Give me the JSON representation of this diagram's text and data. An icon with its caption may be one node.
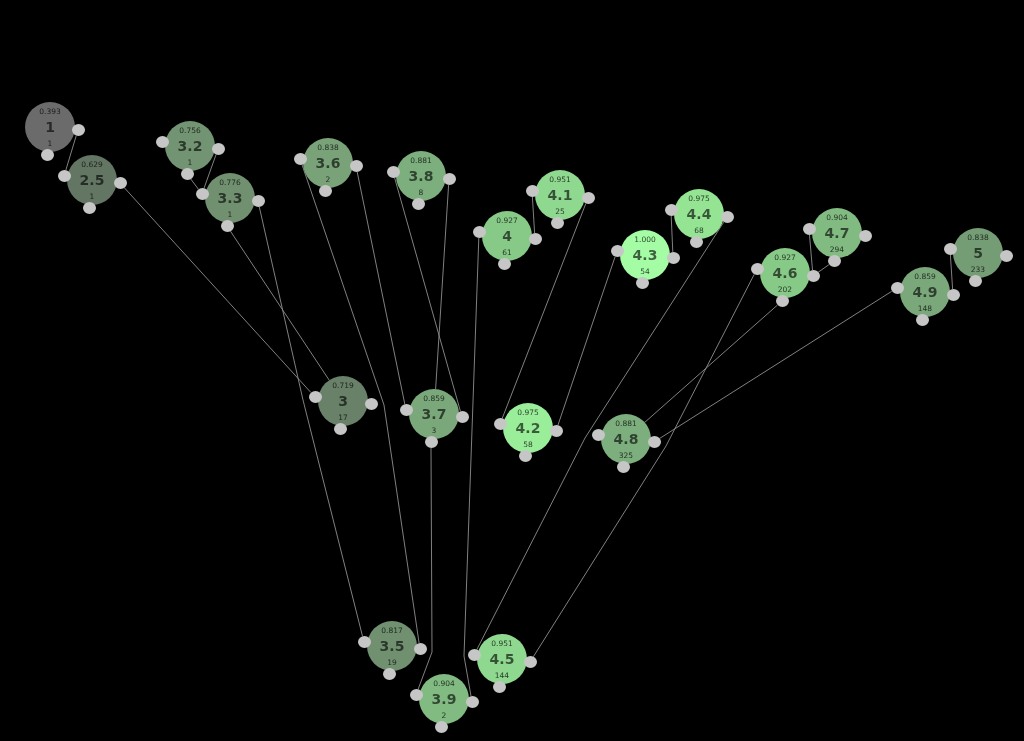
{
  "diagram": {
    "nodes": [
      {
        "text": [
          "0.393",
          "1",
          "1"
        ]
      },
      {
        "text": [
          "0.756",
          "3.2",
          "1"
        ]
      },
      {
        "text": [
          "0.629",
          "2.5",
          "1"
        ]
      },
      {
        "text": [
          "0.838",
          "3.6",
          "2"
        ]
      },
      {
        "text": [
          "0.881",
          "3.8",
          "8"
        ]
      },
      {
        "text": [
          "0.776",
          "3.3",
          "1"
        ]
      },
      {
        "text": [
          "0.951",
          "4.1",
          "25"
        ]
      },
      {
        "text": [
          "0.975",
          "4.4",
          "68"
        ]
      },
      {
        "text": [
          "0.927",
          "4",
          "61"
        ]
      },
      {
        "text": [
          "0.904",
          "4.7",
          "294"
        ]
      },
      {
        "text": [
          "1.000",
          "4.3",
          "54"
        ]
      },
      {
        "text": [
          "0.838",
          "5",
          "233"
        ]
      },
      {
        "text": [
          "0.927",
          "4.6",
          "202"
        ]
      },
      {
        "text": [
          "0.859",
          "4.9",
          "148"
        ]
      },
      {
        "text": [
          "0.719",
          "3",
          "17"
        ]
      },
      {
        "text": [
          "0.859",
          "3.7",
          "3"
        ]
      },
      {
        "text": [
          "0.975",
          "4.2",
          "58"
        ]
      },
      {
        "text": [
          "0.881",
          "4.8",
          "325"
        ]
      },
      {
        "text": [
          "0.817",
          "3.5",
          "19"
        ]
      },
      {
        "text": [
          "0.951",
          "4.5",
          "144"
        ]
      },
      {
        "text": [
          "0.904",
          "3.9",
          "2"
        ]
      }
    ],
    "edges": [
      {
        "from": 0,
        "to": 2,
        "arrow": "none"
      },
      {
        "from": 2,
        "to": 14,
        "arrow": "none"
      },
      {
        "from": 1,
        "to": 5,
        "arrow": "none"
      },
      {
        "from": 1,
        "to": 5,
        "arrow": "none"
      },
      {
        "from": 5,
        "to": 14,
        "arrow": "none"
      },
      {
        "from": 5,
        "to": 18,
        "arrow": "none"
      },
      {
        "from": 3,
        "to": 18,
        "arrow": "none"
      },
      {
        "from": 3,
        "to": 15,
        "arrow": "none"
      },
      {
        "from": 4,
        "to": 15,
        "arrow": "none"
      },
      {
        "from": 4,
        "to": 15,
        "arrow": "none"
      },
      {
        "from": 15,
        "to": 20,
        "arrow": "none"
      },
      {
        "from": 8,
        "to": 20,
        "arrow": "none"
      },
      {
        "from": 8,
        "to": 6,
        "arrow": "none"
      },
      {
        "from": 6,
        "to": 16,
        "arrow": "none"
      },
      {
        "from": 10,
        "to": 16,
        "arrow": "none"
      },
      {
        "from": 10,
        "to": 7,
        "arrow": "none"
      },
      {
        "from": 7,
        "to": 19,
        "arrow": "none"
      },
      {
        "from": 12,
        "to": 19,
        "arrow": "none"
      },
      {
        "from": 12,
        "to": 9,
        "arrow": "none"
      },
      {
        "from": 12,
        "to": 9,
        "arrow": "none"
      },
      {
        "from": 12,
        "to": 17,
        "arrow": "none"
      },
      {
        "from": 13,
        "to": 17,
        "arrow": "none"
      },
      {
        "from": 13,
        "to": 11,
        "arrow": "none"
      }
    ]
  }
}
